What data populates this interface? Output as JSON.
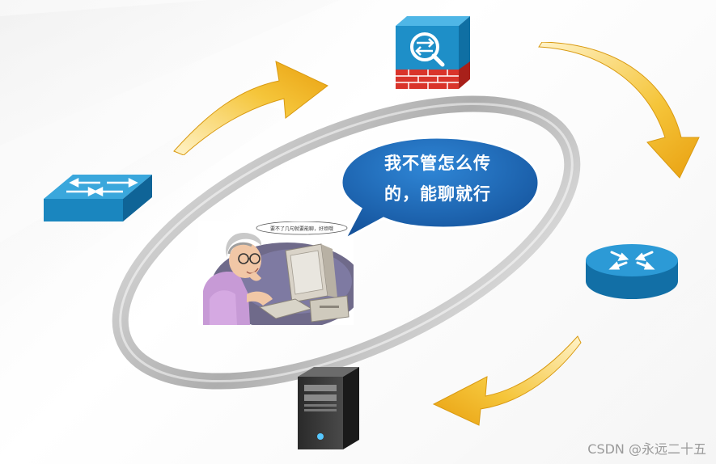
{
  "speech_bubble": {
    "line1": "我不管怎么传",
    "line2": "的，能聊就行"
  },
  "cartoon_bubble": {
    "text": "要不了几句就要能聊，好烦哦"
  },
  "watermark": "CSDN @永远二十五",
  "icons": {
    "firewall": "firewall-icon",
    "switch": "switch-icon",
    "router": "router-icon",
    "server": "server-tower-icon"
  },
  "colors": {
    "arrow": "#f2b21a",
    "device_blue": "#1e8fc8",
    "bubble_blue": "#1a63b0",
    "ring": "#b5b5b5",
    "firewall_red": "#d9342b"
  }
}
